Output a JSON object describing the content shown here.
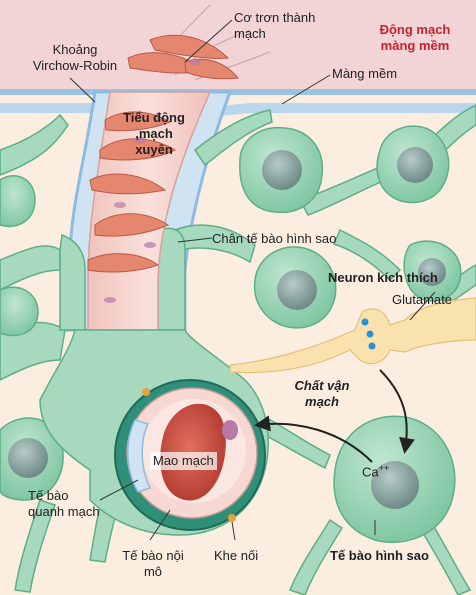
{
  "labels": {
    "vr_space_line1": "Khoảng",
    "vr_space_line2": "Virchow-Robin",
    "smooth_muscle_line1": "Cơ trơn thành",
    "smooth_muscle_line2": "mạch",
    "pial_artery_line1": "Động mạch",
    "pial_artery_line2": "màng mềm",
    "pia_mater": "Màng mềm",
    "arteriole_line1": "Tiểu động",
    "arteriole_line2": ",mạch",
    "arteriole_line3": "xuyên",
    "astrocyte_endfeet": "Chân tế bào hình sao",
    "excitatory_neuron": "Neuron kích thích",
    "glutamate": "Glutamate",
    "vasoactive_line1": "Chất vận",
    "vasoactive_line2": "mạch",
    "capillary": "Mao mạch",
    "calcium": "Ca",
    "calcium_charge": "++",
    "pericyte_line1": "Tế bào",
    "pericyte_line2": "quanh mạch",
    "endothelial_line1": "Tế bào nội",
    "endothelial_line2": "mô",
    "gap_junction": "Khe nối",
    "astrocyte": "Tế bào hình sao"
  },
  "colors": {
    "pia_band": "#f2d3d6",
    "tissue": "#fbeee0",
    "membrane": "#b9d6ec",
    "astrocyte_fill": "#a6d9bd",
    "astrocyte_stroke": "#5fae85",
    "nucleus": "#7d9a96",
    "vessel_wall": "#f4c9c3",
    "smooth_muscle": "#e27f6d",
    "red_cell": "#c8443a",
    "neuron": "#f9e2ad",
    "glutamate_dot": "#2a8fd6",
    "title_red": "#c8202f"
  }
}
